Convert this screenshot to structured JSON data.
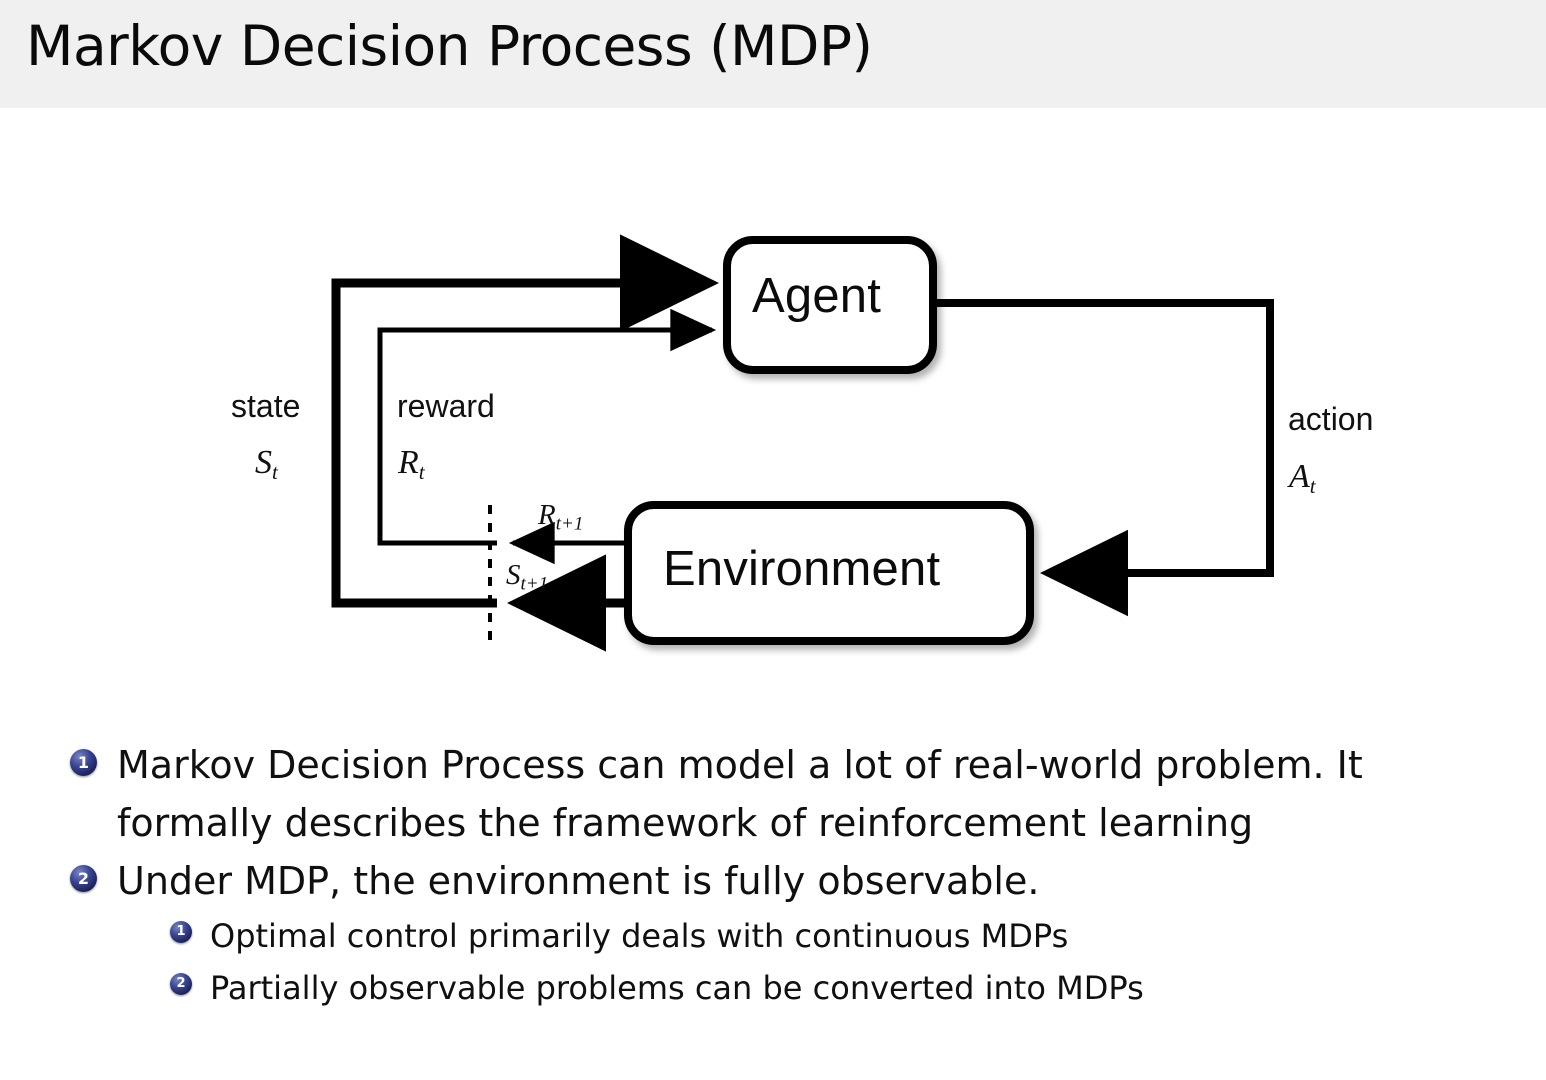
{
  "header": {
    "title": "Markov Decision Process (MDP)",
    "band_color": "#f0f0f0"
  },
  "diagram": {
    "name": "agent-environment-interaction-loop",
    "nodes": {
      "agent": "Agent",
      "environment": "Environment"
    },
    "labels": {
      "state_word": "state",
      "state_symbol": "S",
      "state_symbol_sub": "t",
      "reward_word": "reward",
      "reward_symbol": "R",
      "reward_symbol_sub": "t",
      "action_word": "action",
      "action_symbol": "A",
      "action_symbol_sub": "t",
      "reward_next_symbol": "R",
      "reward_next_sub": "t+1",
      "state_next_symbol": "S",
      "state_next_sub": "t+1"
    },
    "colors": {
      "stroke": "#000000",
      "box_fill": "#ffffff"
    }
  },
  "bullets": [
    {
      "marker": "1",
      "level": 1,
      "text": "Markov Decision Process can model a lot of real-world problem. It\nformally describes the framework of reinforcement learning"
    },
    {
      "marker": "2",
      "level": 1,
      "text": "Under MDP, the environment is fully observable."
    },
    {
      "marker": "1",
      "level": 2,
      "text": "Optimal control primarily deals with continuous MDPs"
    },
    {
      "marker": "2",
      "level": 2,
      "text": "Partially observable problems can be converted into MDPs"
    }
  ],
  "theme": {
    "bullet_color": "#27306e",
    "text_color": "#101010",
    "background": "#ffffff"
  }
}
